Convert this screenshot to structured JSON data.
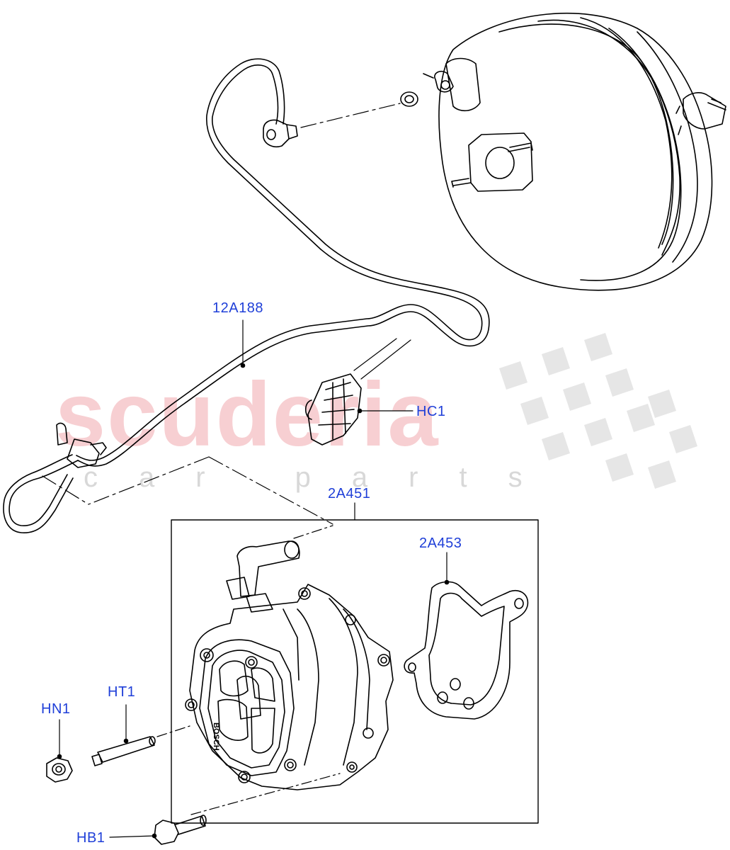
{
  "watermark": {
    "brand": "scuderia",
    "sub": "car parts"
  },
  "callouts": {
    "pipe": "12A188",
    "clip": "HC1",
    "pump_kit": "2A451",
    "gasket": "2A453",
    "nut": "HN1",
    "stud": "HT1",
    "bolt": "HB1"
  },
  "pump_branding": "BOSCH",
  "colors": {
    "label": "#1f3fd8",
    "line": "#000000",
    "watermark_brand": "#f6c4c8",
    "watermark_grey": "#d8d8d8"
  }
}
